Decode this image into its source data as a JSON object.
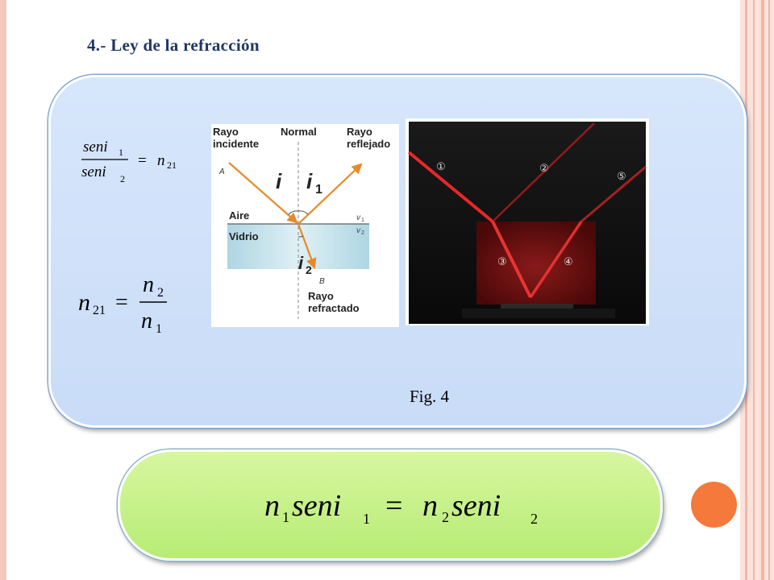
{
  "slide": {
    "title": "4.- Ley de la refracción",
    "figure_caption": "Fig. 4"
  },
  "formula_ratio": {
    "numerator": "seni",
    "numerator_sub": "1",
    "denominator": "seni",
    "denominator_sub": "2",
    "equals": "=",
    "rhs": "n",
    "rhs_sub": "21"
  },
  "formula_n21": {
    "lhs": "n",
    "lhs_sub": "21",
    "equals": "=",
    "numerator": "n",
    "numerator_sub": "2",
    "denominator": "n",
    "denominator_sub": "1"
  },
  "snell_law": {
    "n1": "n",
    "n1_sub": "1",
    "seni_left": "seni",
    "seni_left_sub": "1",
    "equals": "=",
    "n2": "n",
    "n2_sub": "2",
    "seni_right": "seni",
    "seni_right_sub": "2"
  },
  "diagram": {
    "incident_label": [
      "Rayo",
      "incidente"
    ],
    "normal_label": "Normal",
    "reflected_label": [
      "Rayo",
      "reflejado"
    ],
    "point_a": "A",
    "point_b": "B",
    "angle_incident": "i",
    "angle_reflected": "i",
    "angle_reflected_sub": "1",
    "angle_refracted": "i",
    "angle_refracted_sub": "2",
    "medium_top": "Aire",
    "medium_bottom": "Vidrio",
    "v1": "v",
    "v1_sub": "1",
    "v2": "v",
    "v2_sub": "2",
    "refracted_label": [
      "Rayo",
      "refractado"
    ]
  },
  "photo": {
    "ray_markers": [
      "①",
      "②",
      "③",
      "④",
      "⑤"
    ]
  },
  "colors": {
    "title": "#1f3864",
    "blue_panel": "#cfe0f8",
    "green_panel": "#c4f087",
    "orange_accent": "#f4793b",
    "laser_red": "#ff2a2a",
    "incident_ray": "#e8892a",
    "glass": "#bfe0ea"
  }
}
